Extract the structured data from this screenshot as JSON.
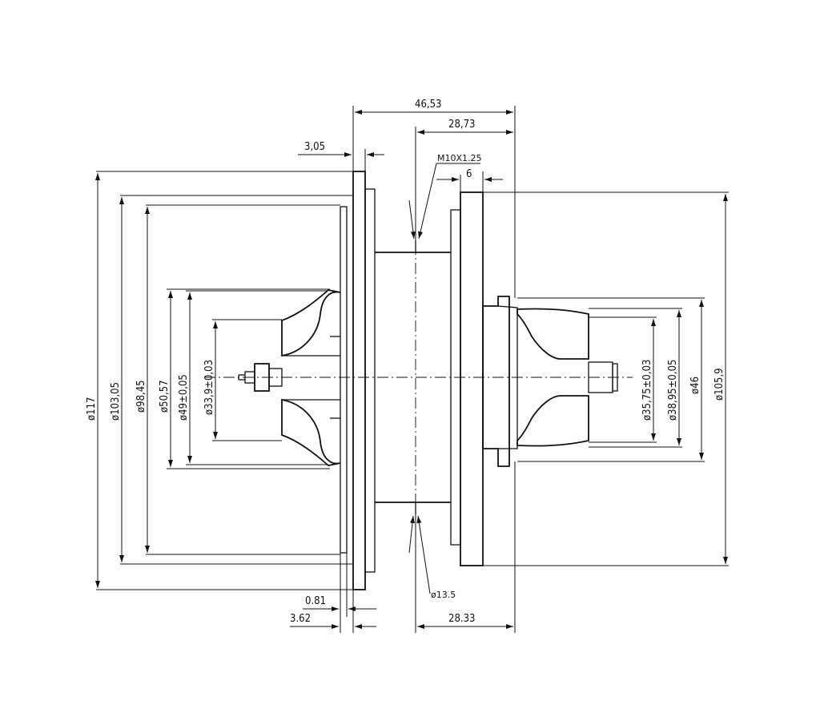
{
  "dimensions": {
    "d117": "ø117",
    "d103_05": "ø103,05",
    "d98_45": "ø98,45",
    "d50_57": "ø50,57",
    "d49": "ø49±0,05",
    "d33_9": "ø33,9±0,03",
    "d35_75": "ø35,75±0,03",
    "d38_95": "ø38,95±0,05",
    "d46": "ø46",
    "d105_9": "ø105,9",
    "l46_53": "46,53",
    "l28_73": "28,73",
    "l3_05": "3,05",
    "thread": "M10X1.25",
    "l6": "6",
    "l0_81": "0.81",
    "l3_62": "3.62",
    "d13_5": "ø13.5",
    "l28_33": "28.33"
  }
}
